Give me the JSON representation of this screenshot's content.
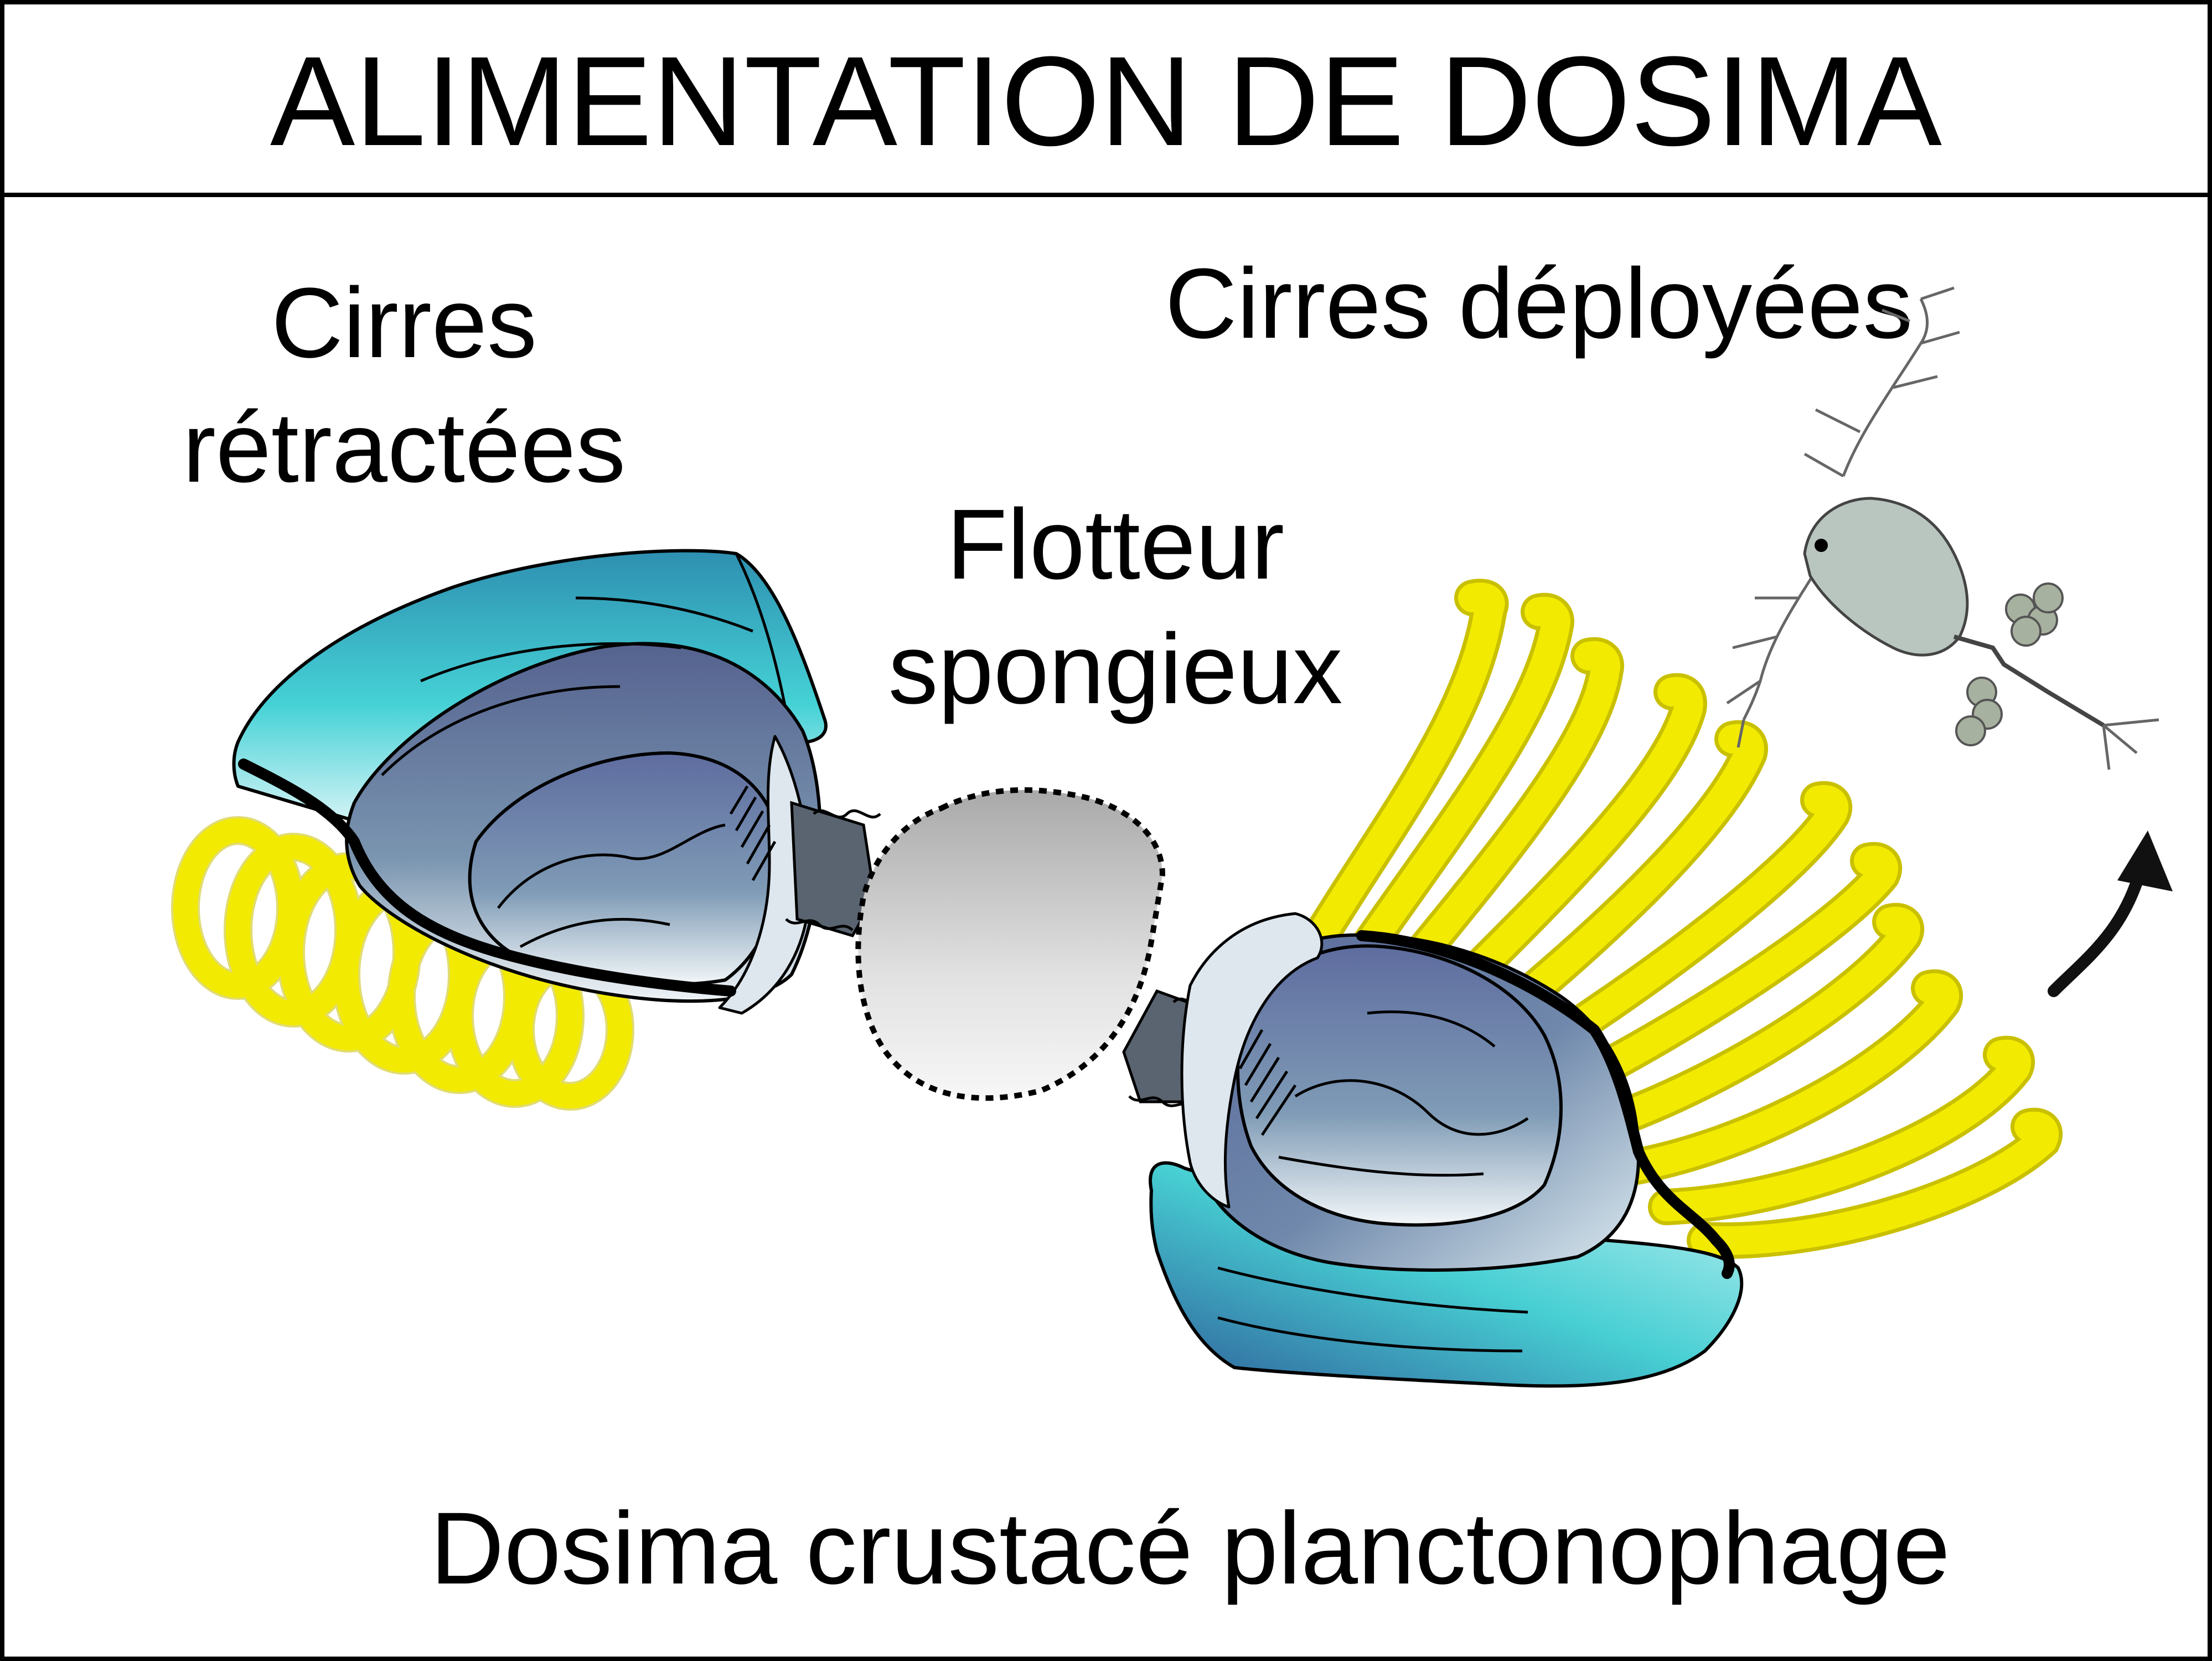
{
  "title": "ALIMENTATION DE DOSIMA",
  "labels": {
    "retracted_line1": "Cirres",
    "retracted_line2": "rétractées",
    "deployed": "Cirres déployées",
    "float_line1": "Flotteur",
    "float_line2": "spongieux",
    "caption": "Dosima crustacé planctonophage"
  },
  "colors": {
    "shell_teal": "#3fd3d6",
    "shell_slate": "#5f6d9c",
    "cirri_yellow": "#f2ea00",
    "float_gray": "#cfcfcf",
    "peduncle_gray": "#5a6470",
    "plankton_gray": "#b9c6bf",
    "egg_gray": "#a7b19f",
    "outline": "#000000"
  }
}
